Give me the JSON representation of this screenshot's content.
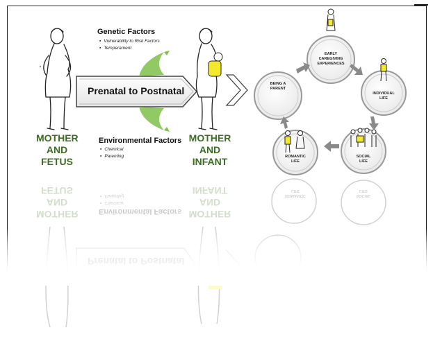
{
  "genetic": {
    "title": "Genetic Factors",
    "items": [
      "Vulnerability to Risk Factors",
      "Temperament"
    ]
  },
  "environmental": {
    "title": "Environmental Factors",
    "items": [
      "Chemical",
      "Parenting"
    ]
  },
  "transition": {
    "label": "Prenatal to Postnatal"
  },
  "left_label": [
    "MOTHER",
    "AND",
    "FETUS"
  ],
  "right_label": [
    "MOTHER",
    "AND",
    "INFANT"
  ],
  "cycle": {
    "nodes": [
      {
        "id": "parent",
        "lines": [
          "BEING A",
          "PARENT"
        ]
      },
      {
        "id": "early",
        "lines": [
          "EARLY",
          "CAREGIVING",
          "EXPERIENCES"
        ]
      },
      {
        "id": "individual",
        "lines": [
          "INDIVIDUAL",
          "LIFE"
        ]
      },
      {
        "id": "social",
        "lines": [
          "SOCIAL",
          "LIFE"
        ]
      },
      {
        "id": "romantic",
        "lines": [
          "ROMANTIC",
          "LIFE"
        ]
      }
    ]
  },
  "colors": {
    "label_green": "#3c6e22",
    "leaf_green": "#7ec04a",
    "highlight_yellow": "#f2ea2a",
    "arrow_gray": "#8a8a8a"
  }
}
